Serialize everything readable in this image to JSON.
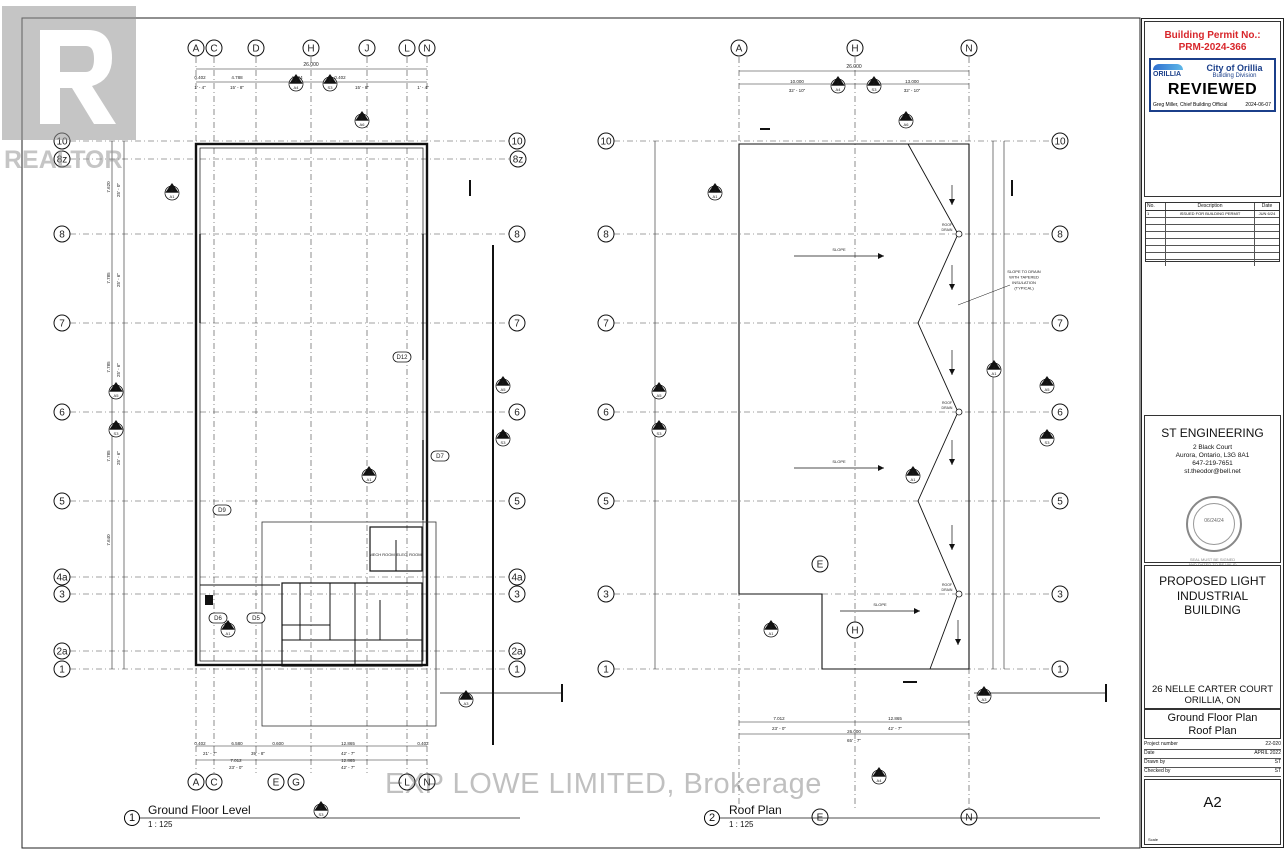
{
  "logo": {
    "text": "REALTOR",
    "icon": "realtor-r-logo"
  },
  "watermark": "EXP LOWE LIMITED, Brokerage",
  "views": [
    {
      "number": "1",
      "title": "Ground Floor Level",
      "scale": "1 : 125"
    },
    {
      "number": "2",
      "title": "Roof Plan",
      "scale": "1 : 125"
    }
  ],
  "ground_plan": {
    "grid_top": [
      "A",
      "C",
      "D",
      "H",
      "J",
      "L",
      "N"
    ],
    "grid_bottom": [
      "A",
      "C",
      "E",
      "G",
      "L",
      "N"
    ],
    "grid_rows": [
      "10",
      "8",
      "7",
      "6",
      "5",
      "4a",
      "3",
      "2a",
      "1"
    ],
    "grid_right_extra": "8z",
    "overall_width": "26.000",
    "top_dims": [
      "0.402",
      "4.788",
      "4.794",
      "0.402"
    ],
    "top_imperial": [
      "1' - 4\"",
      "15' - 8\"",
      "15' - 8\"",
      "1' - 4\""
    ],
    "bottom_dims": [
      "0.402",
      "6.580",
      "0.600",
      "12.865",
      "0.402"
    ],
    "bottom_imperial": [
      "21' - 7\"",
      "39' - 8\"",
      "42' - 7\""
    ],
    "bottom_subdims": [
      "7.012",
      "12.865"
    ],
    "bottom_sub_imperial": [
      "23' - 0\"",
      "42' - 7\""
    ],
    "row_dims": [
      "7.620",
      "7.785",
      "7.785",
      "7.785",
      "7.640"
    ],
    "row_imperial": [
      "25' - 0\"",
      "25' - 6\"",
      "25' - 6\"",
      "25' - 6\""
    ],
    "doors": [
      "D12",
      "D7",
      "D9",
      "D6",
      "D5"
    ],
    "rooms": [
      "MECH ROOM",
      "ELEC. ROOM"
    ],
    "section_tags": [
      "A4",
      "A6",
      "S3",
      "A5",
      "A3",
      "A1"
    ],
    "section_nums": [
      "2",
      "1"
    ]
  },
  "roof_plan": {
    "grid_top": [
      "A",
      "H",
      "N"
    ],
    "grid_bottom": [
      "E",
      "N"
    ],
    "grid_rows": [
      "10",
      "8",
      "7",
      "6",
      "5",
      "3",
      "1"
    ],
    "overall_width": "26.000",
    "top_dims": [
      "10.000",
      "13.000"
    ],
    "top_imperial": [
      "32' - 10\"",
      "32' - 10\""
    ],
    "bottom_dims": [
      "7.012",
      "12.865"
    ],
    "bottom_imperial": [
      "23' - 0\"",
      "42' - 7\""
    ],
    "bottom_overall": "26.000",
    "bottom_overall_imperial": [
      "65' - 7\""
    ],
    "slope_label": "SLOPE",
    "drain_label": "ROOF DRAIN",
    "note": [
      "SLOPE TO DRAIN",
      "WITH TAPERED",
      "INSULATION",
      "(TYPICAL)"
    ],
    "interior_marks": [
      "E",
      "H"
    ]
  },
  "title_block": {
    "permit_label": "Building Permit No.:",
    "permit_number": "PRM-2024-366",
    "stamp": {
      "logo_text": "ORILLIA",
      "city": "City of Orillia",
      "division": "Building Division",
      "status": "REVIEWED",
      "signed": "Greg Miller, Chief Building Official",
      "date": "2024-06-07"
    },
    "revisions": {
      "headers": [
        "No.",
        "Description",
        "Date"
      ],
      "rows": [
        [
          "1",
          "ISSUED FOR BUILDING PERMIT",
          "JUN 6/24"
        ]
      ]
    },
    "firm": {
      "name": "ST ENGINEERING",
      "address": [
        "2 Black Court",
        "Aurora, Ontario, L3G 8A1",
        "647-219-7651",
        "st.theodor@bell.net"
      ],
      "seal_date": "06/24/24",
      "seal_note": [
        "SEAL MUST BE SIGNED",
        "AND DATED TO BE VALID"
      ]
    },
    "project": {
      "title": [
        "PROPOSED LIGHT",
        "INDUSTRIAL",
        "BUILDING"
      ],
      "address": [
        "26 NELLE CARTER COURT",
        "ORILLIA, ON"
      ]
    },
    "sheet_titles": [
      "Ground Floor Plan",
      "Roof Plan"
    ],
    "info": [
      {
        "label": "Project number",
        "value": "22-020"
      },
      {
        "label": "Date",
        "value": "APRIL 2022"
      },
      {
        "label": "Drawn by",
        "value": "ST"
      },
      {
        "label": "Checked by",
        "value": "ST"
      }
    ],
    "sheet_number": "A2",
    "scale_label": "Scale"
  },
  "colors": {
    "line": "#1a1a1a",
    "grid": "#333333",
    "permit_red": "#d8262b",
    "stamp_blue": "#1b3f8a"
  }
}
